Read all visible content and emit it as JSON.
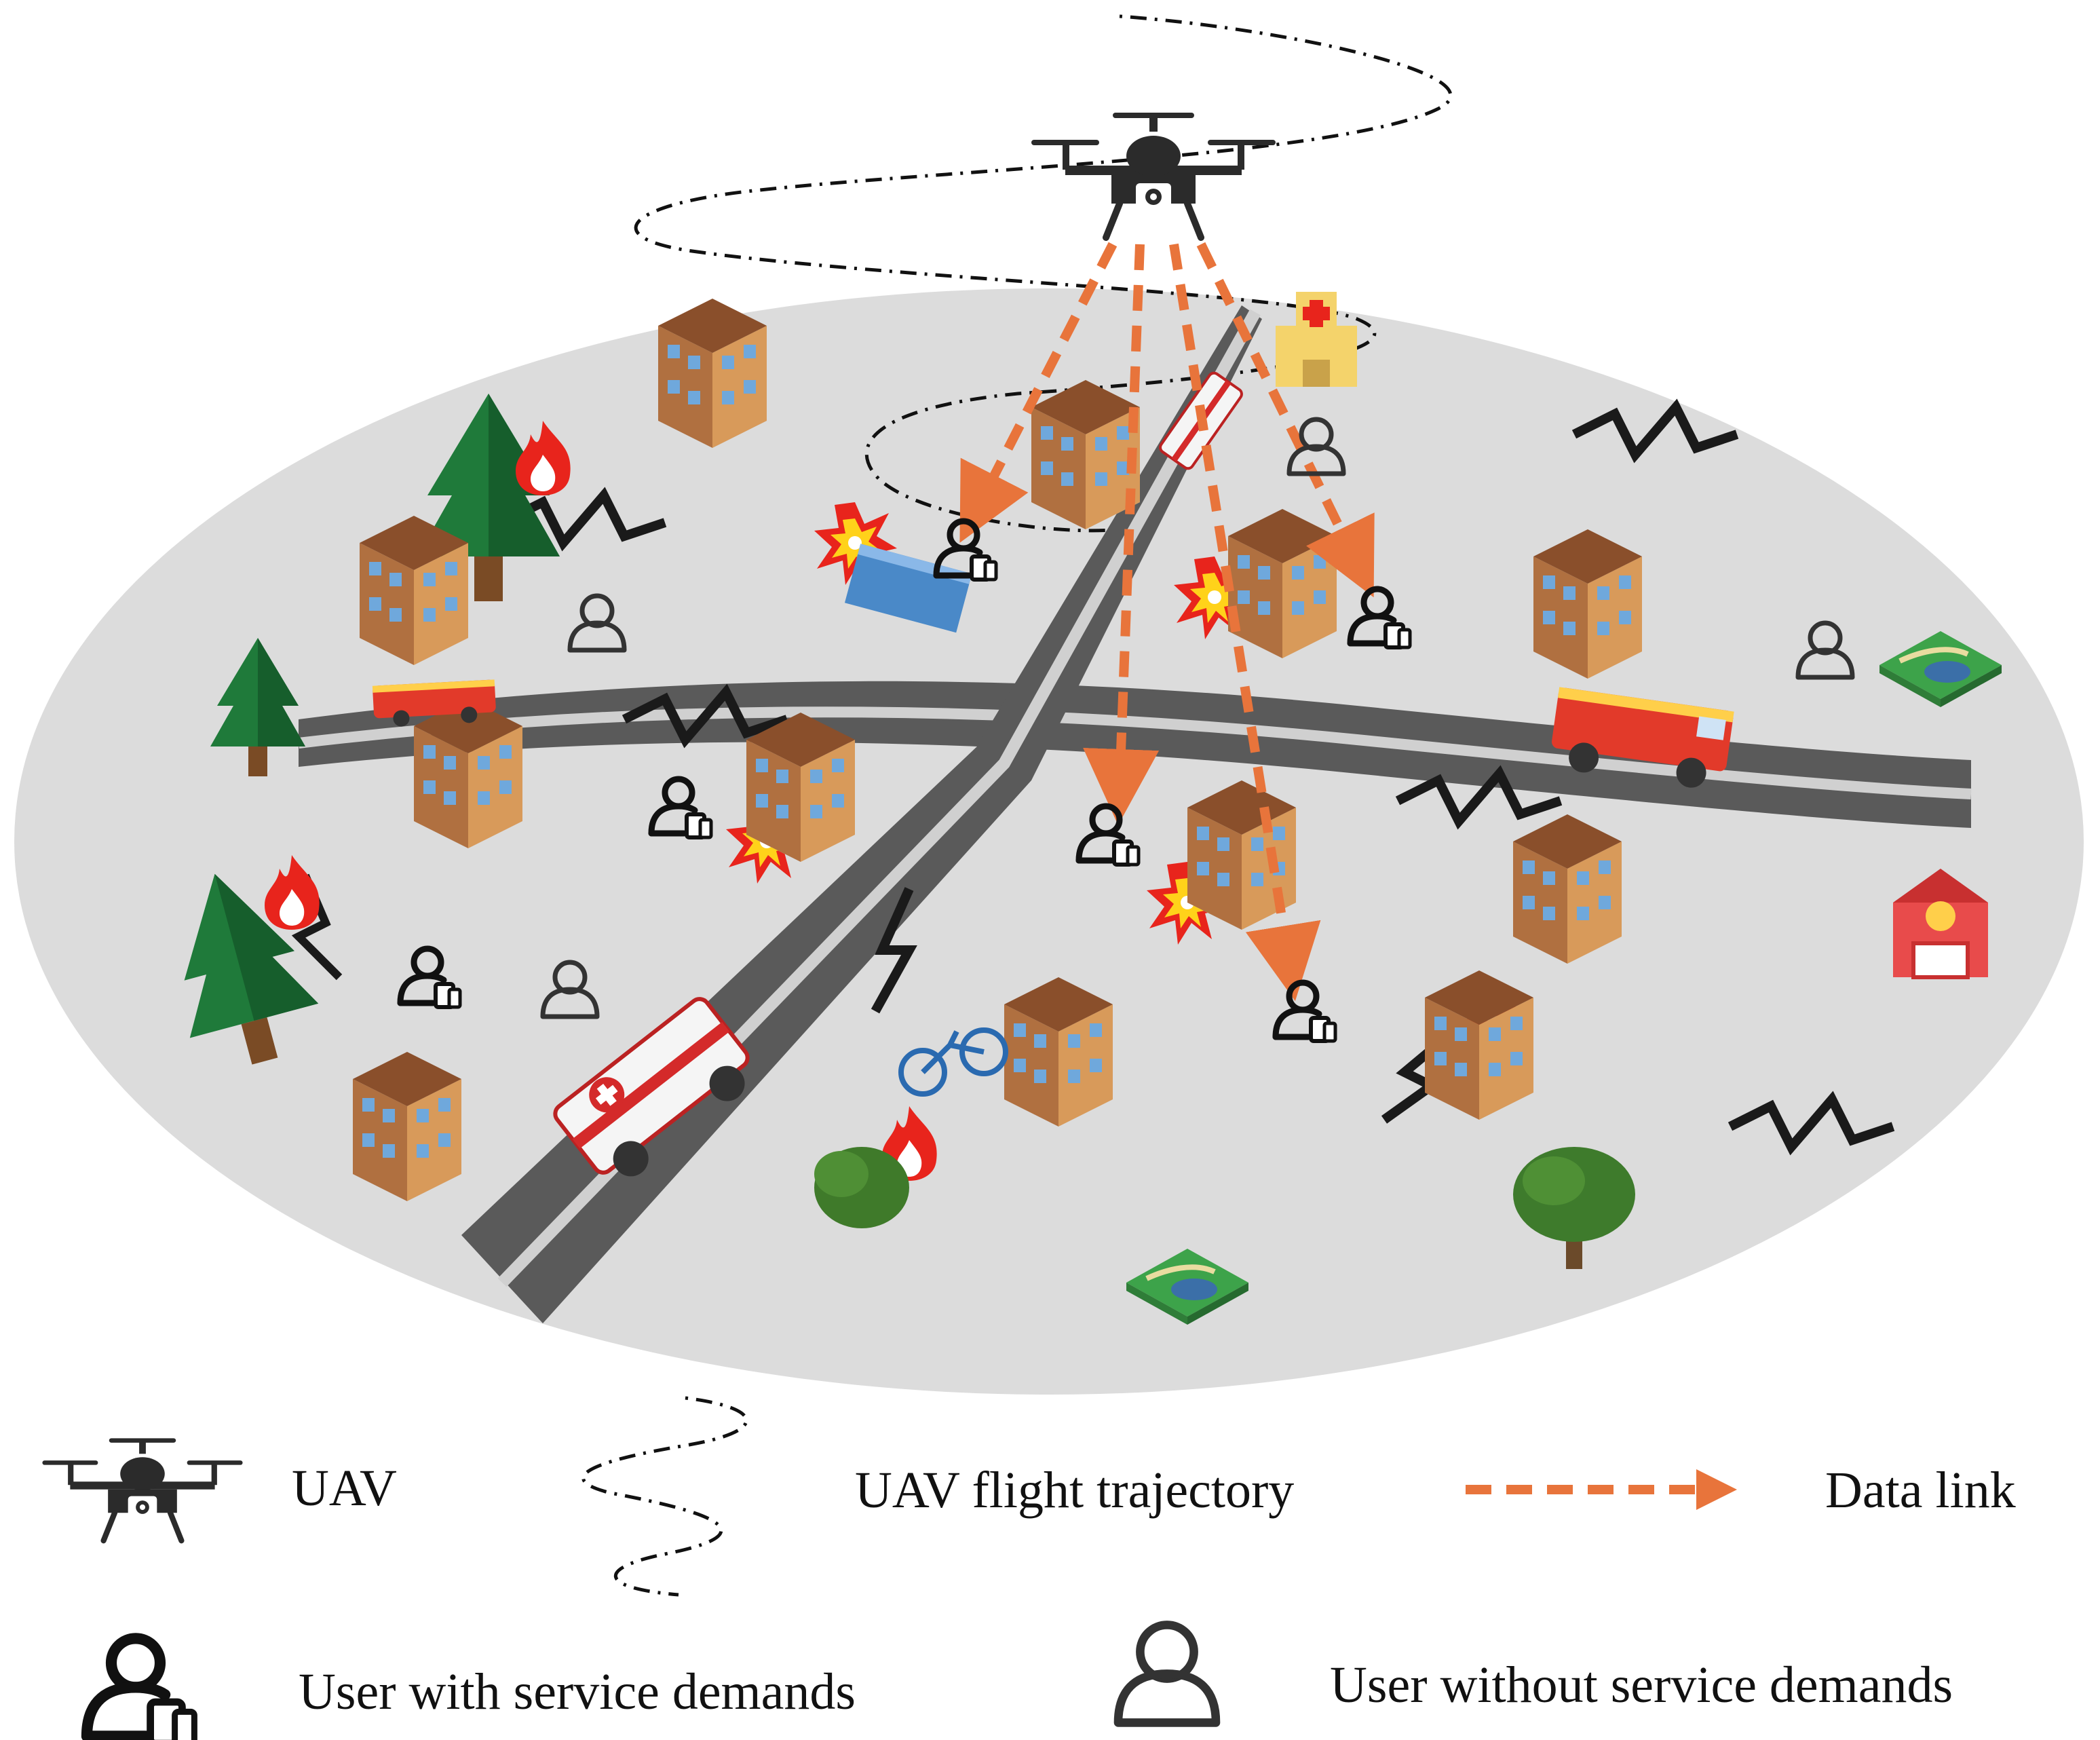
{
  "legend": {
    "uav": "UAV",
    "trajectory": "UAV flight trajectory",
    "data_link": "Data link",
    "user_with": "User with service demands",
    "user_without": "User without service demands"
  },
  "colors": {
    "ground": "#dcdcdc",
    "road": "#5a5a5a",
    "data_link": "#e8743b",
    "fire": "#e8241c",
    "tree": "#1f7a3a",
    "icon": "#2b2b2b"
  },
  "icons": [
    "uav-icon",
    "user-with-demand-icon",
    "user-without-demand-icon",
    "hospital-icon",
    "fire-station-icon",
    "fire-truck-icon",
    "ambulance-icon",
    "fire-icon",
    "explosion-icon",
    "tree-icon",
    "crack-icon",
    "building-icon",
    "park-icon",
    "bicycle-icon"
  ]
}
